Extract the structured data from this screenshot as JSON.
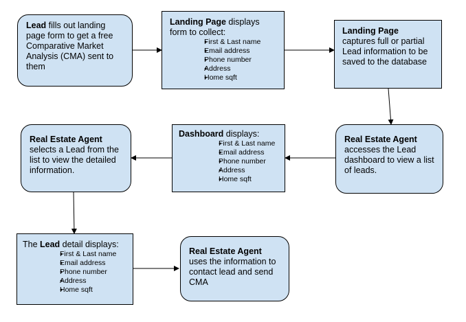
{
  "nodes": {
    "lead_form": {
      "bold": "Lead",
      "text": " fills out landing page form to get a free Comparative Market Analysis (CMA) sent to them"
    },
    "landing_display": {
      "bold": "Landing Page",
      "text": " displays form to collect:",
      "items": [
        "First & Last name",
        "Email address",
        "Phone number",
        "Address",
        "Home sqft"
      ]
    },
    "landing_capture": {
      "bold": "Landing Page",
      "text": " captures full or partial Lead information to be saved to the database"
    },
    "agent_access": {
      "bold": "Real Estate Agent",
      "text": " accesses the Lead dashboard to view a list of leads."
    },
    "dashboard": {
      "bold": "Dashboard",
      "text": " displays:",
      "items": [
        "First & Last name",
        "Email address",
        "Phone number",
        "Address",
        "Home sqft"
      ]
    },
    "agent_select": {
      "bold": "Real Estate Agent",
      "text": " selects a Lead from the list to view the detailed information."
    },
    "lead_detail": {
      "prefix": "The ",
      "bold": "Lead",
      "text": " detail displays:",
      "items": [
        "First & Last name",
        "Email address",
        "Phone number",
        "Address",
        "Home sqft"
      ]
    },
    "agent_contact": {
      "bold": "Real Estate Agent",
      "text": " uses the information to contact lead and send CMA"
    }
  },
  "colors": {
    "box_fill": "#cfe2f3",
    "stroke": "#000000"
  }
}
